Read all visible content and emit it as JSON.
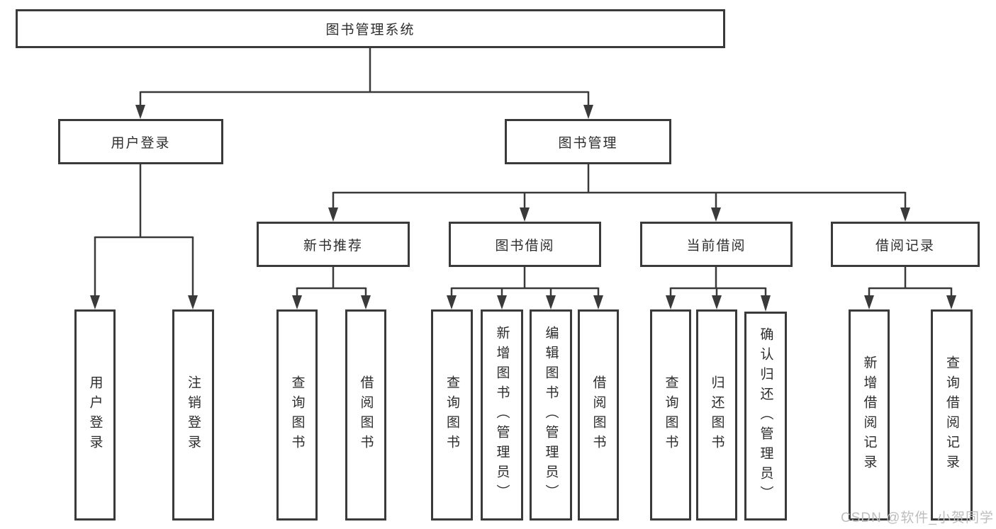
{
  "diagram_type": "hierarchy-tree",
  "tree": {
    "label": "图书管理系统",
    "children": [
      {
        "label": "用户登录",
        "children": [
          {
            "label": "用户登录"
          },
          {
            "label": "注销登录"
          }
        ]
      },
      {
        "label": "图书管理",
        "children": [
          {
            "label": "新书推荐",
            "children": [
              {
                "label": "查询图书"
              },
              {
                "label": "借阅图书"
              }
            ]
          },
          {
            "label": "图书借阅",
            "children": [
              {
                "label": "查询图书"
              },
              {
                "label": "新增图书（管理员）"
              },
              {
                "label": "编辑图书（管理员）"
              },
              {
                "label": "借阅图书"
              }
            ]
          },
          {
            "label": "当前借阅",
            "children": [
              {
                "label": "查询图书"
              },
              {
                "label": "归还图书"
              },
              {
                "label": "确认归还（管理员）"
              }
            ]
          },
          {
            "label": "借阅记录",
            "children": [
              {
                "label": "新增借阅记录"
              },
              {
                "label": "查询借阅记录"
              }
            ]
          }
        ]
      }
    ]
  },
  "watermark": {
    "text": "CSDN @软件_小贺同学",
    "color": "#bdbdbd"
  },
  "colors": {
    "background": "#ffffff",
    "line": "#3a3a3a",
    "box_border": "#3a3a3a",
    "text": "#2d2d2d"
  }
}
